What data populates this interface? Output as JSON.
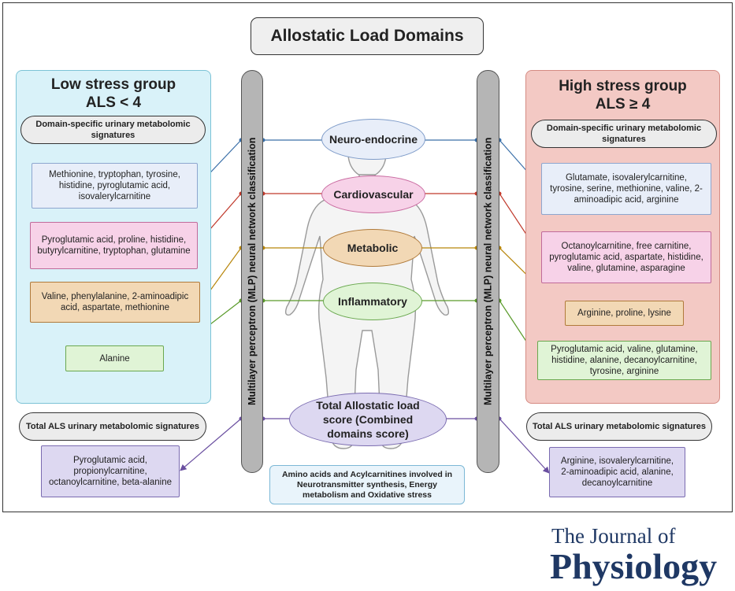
{
  "title": "Allostatic Load Domains",
  "low_group": {
    "title_line1": "Low stress group",
    "title_line2": "ALS < 4",
    "domain_header": "Domain-specific urinary metabolomic signatures",
    "neuroendocrine": "Methionine, tryptophan, tyrosine, histidine, pyroglutamic acid, isovalerylcarnitine",
    "cardiovascular": "Pyroglutamic acid, proline, histidine, butyrylcarnitine, tryptophan, glutamine",
    "metabolic": "Valine, phenylalanine, 2-aminoadipic acid, aspartate, methionine",
    "inflammatory": "Alanine",
    "total_header": "Total ALS urinary metabolomic signatures",
    "total": "Pyroglutamic acid, propionylcarnitine, octanoylcarnitine, beta-alanine"
  },
  "high_group": {
    "title_line1": "High stress group",
    "title_line2": "ALS ≥ 4",
    "domain_header": "Domain-specific urinary metabolomic signatures",
    "neuroendocrine": "Glutamate, isovalerylcarnitine, tyrosine, serine, methionine, valine, 2- aminoadipic acid, arginine",
    "cardiovascular": "Octanoylcarnitine, free carnitine, pyroglutamic acid, aspartate, histidine, valine, glutamine, asparagine",
    "metabolic": "Arginine, proline, lysine",
    "inflammatory": "Pyroglutamic acid, valine, glutamine, histidine, alanine, decanoylcarnitine, tyrosine, arginine",
    "total_header": "Total ALS urinary metabolomic signatures",
    "total": "Arginine, isovalerylcarnitine, 2-aminoadipic acid, alanine, decanoylcarnitine"
  },
  "classifier_label": "Multilayer perceptron (MLP) neural network classification",
  "domains": {
    "neuroendocrine": "Neuro-endocrine",
    "cardiovascular": "Cardiovascular",
    "metabolic": "Metabolic",
    "inflammatory": "Inflammatory",
    "total": "Total Allostatic load score (Combined domains score)"
  },
  "footer_note": "Amino acids and Acylcarnitines involved in Neurotransmitter synthesis, Energy metabolism and Oxidative stress",
  "journal": {
    "line1": "The Journal of",
    "line2": "Physiology"
  },
  "colors": {
    "neuroendocrine": "#3a6fa8",
    "cardiovascular": "#c0392b",
    "metabolic": "#b8860b",
    "inflammatory": "#5a9a2a",
    "total": "#6a4fa0"
  }
}
